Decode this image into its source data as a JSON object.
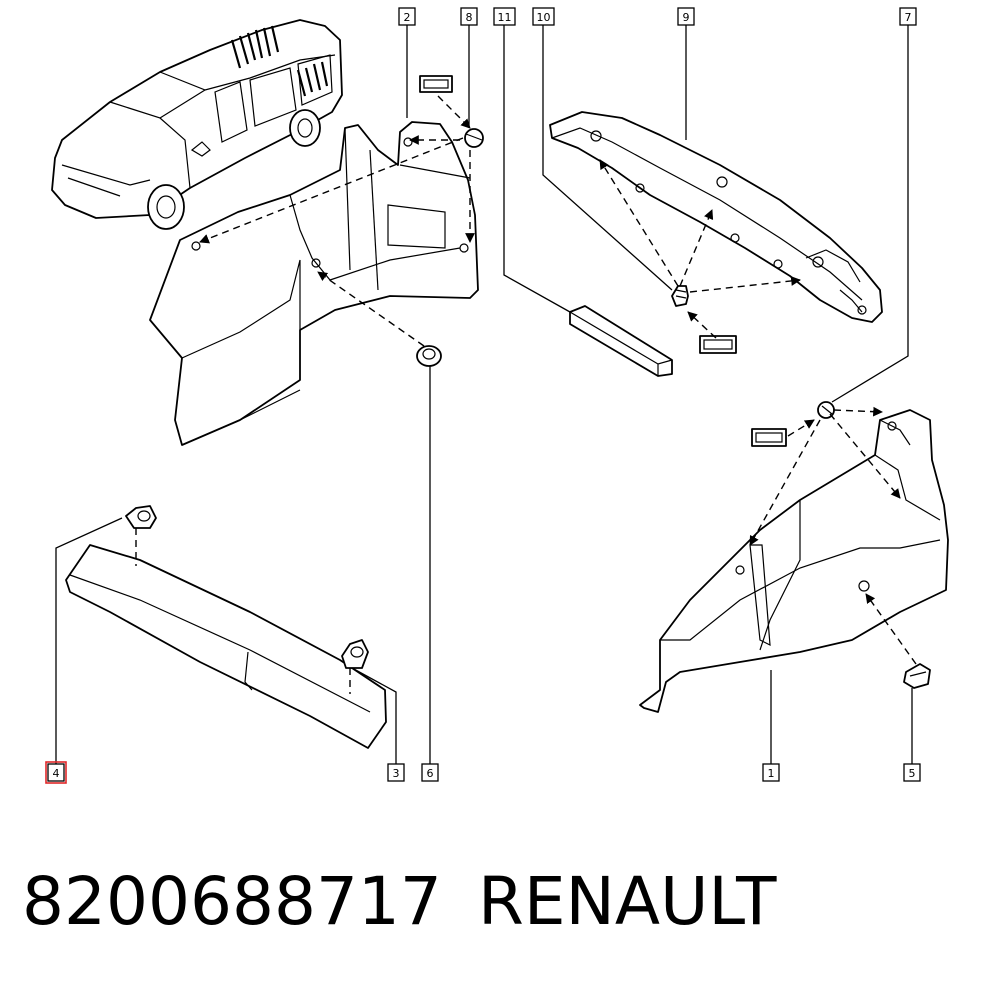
{
  "diagram": {
    "callouts": [
      "2",
      "8",
      "11",
      "10",
      "9",
      "7",
      "4",
      "3",
      "6",
      "1",
      "5"
    ],
    "highlighted_callout": "4",
    "highlight_color": "#e0282a",
    "line_color": "#000000",
    "background": "#ffffff"
  },
  "footer": {
    "part_number": "8200688717",
    "brand": "RENAULT"
  }
}
